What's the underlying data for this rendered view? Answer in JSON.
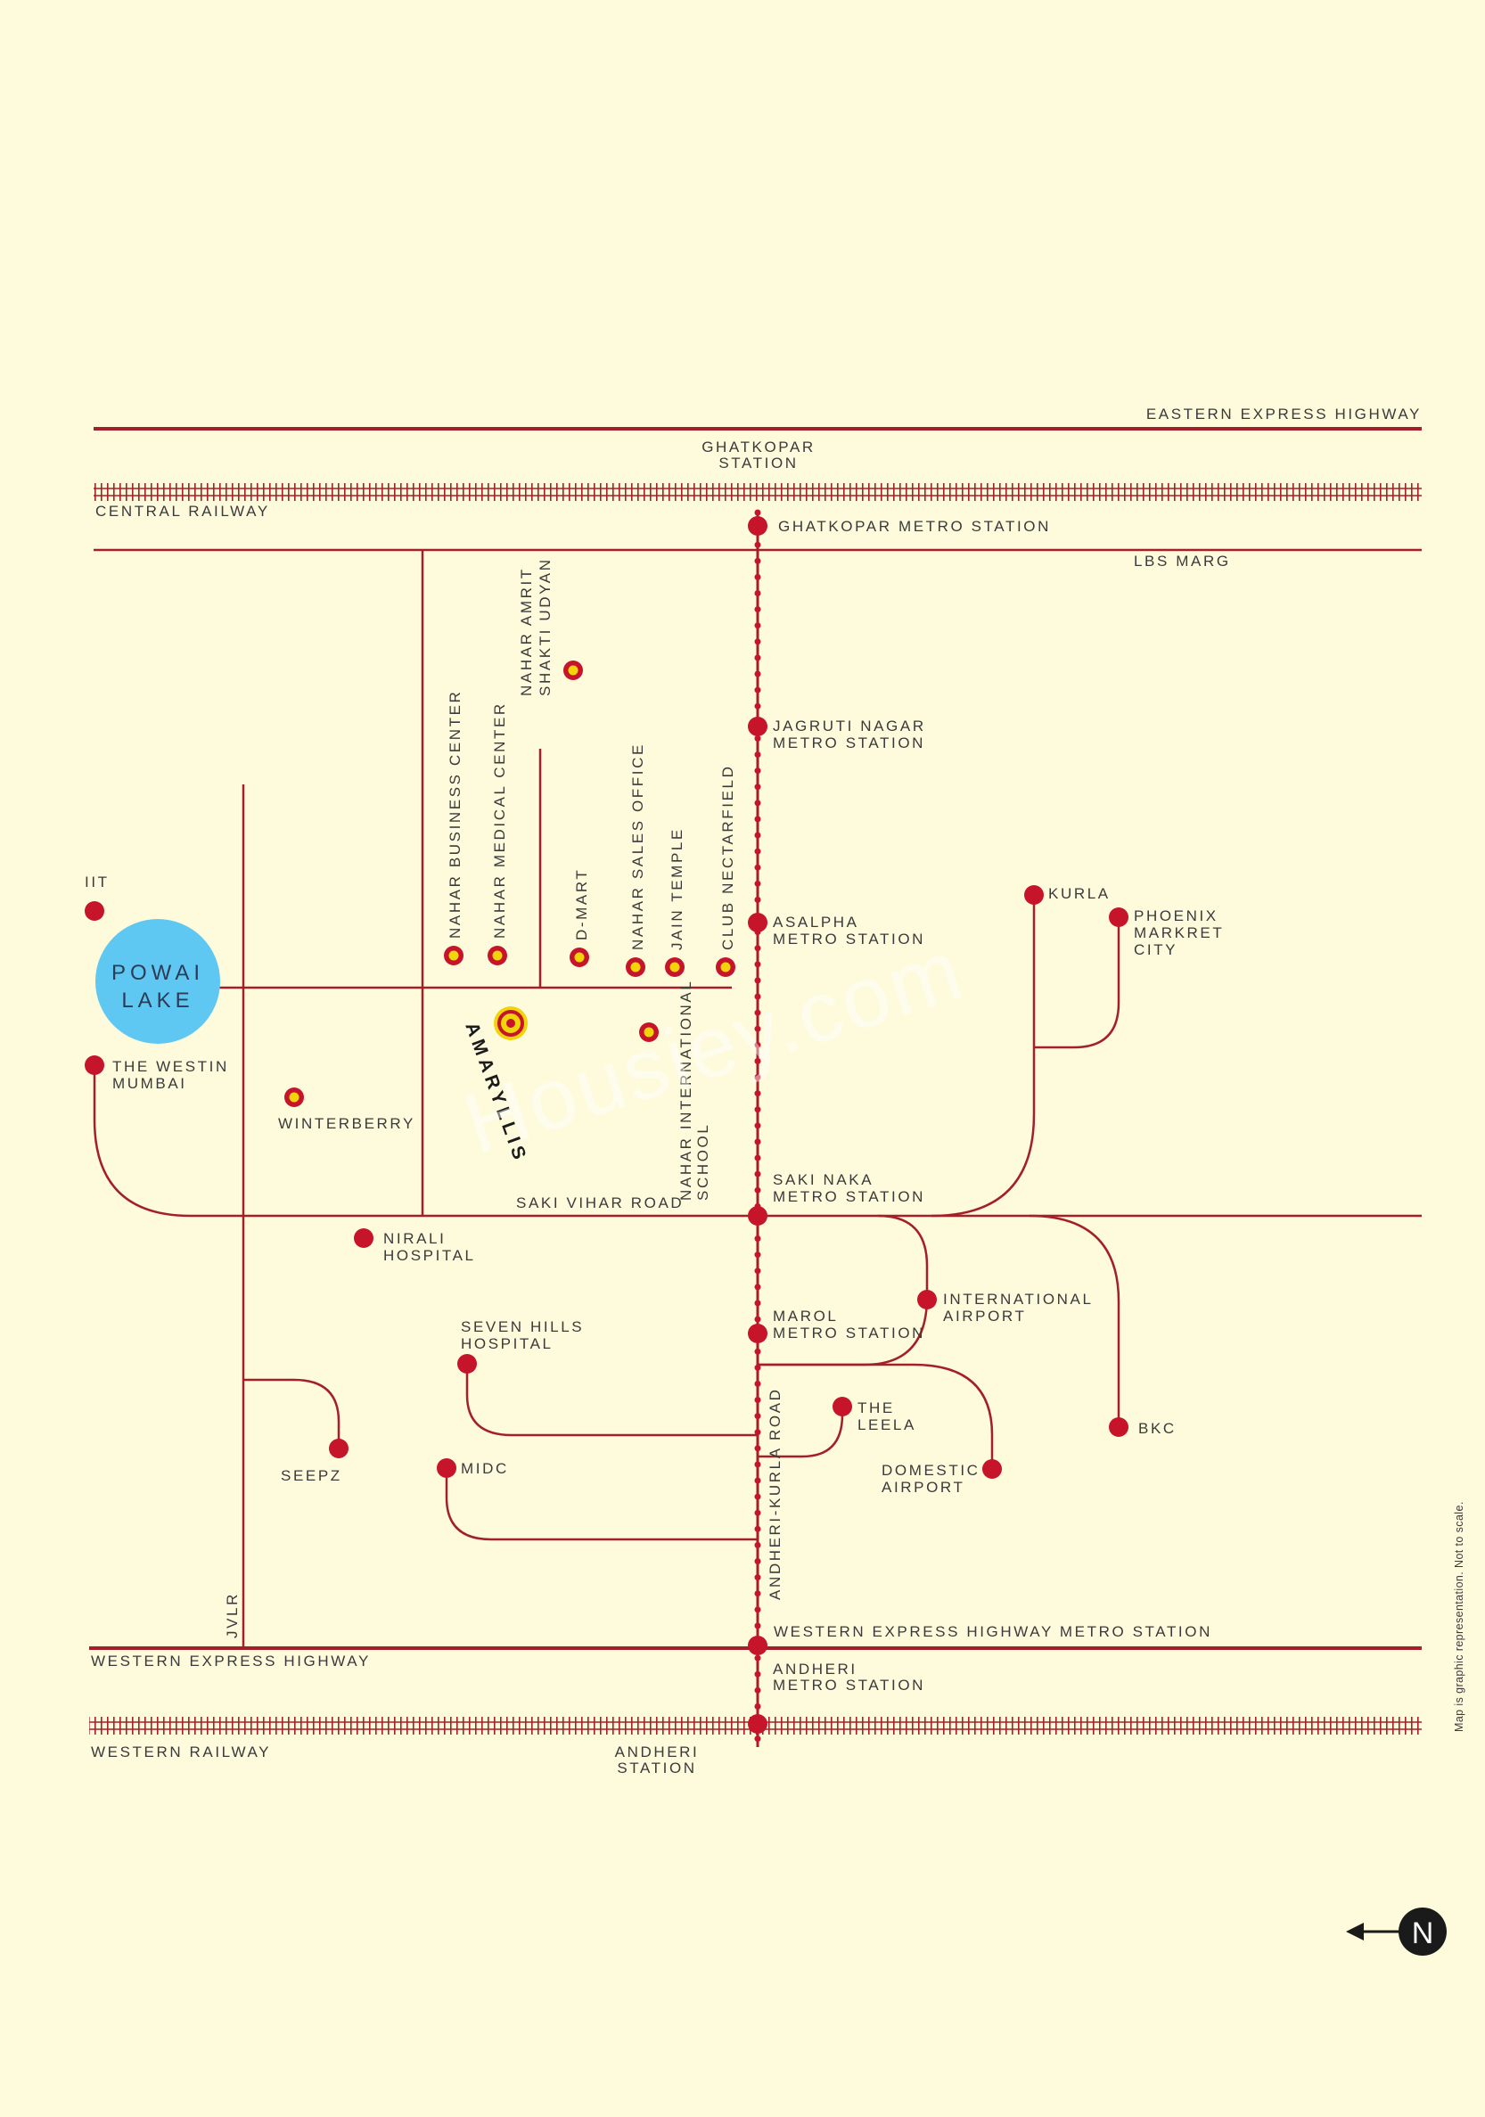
{
  "colors": {
    "background": "#fefbdd",
    "road": "#a3202a",
    "station_dot": "#c6152a",
    "landmark_ring": "#c6152a",
    "landmark_center": "#f1d40a",
    "lake": "#5ec8f2",
    "north_badge": "#1a1a1a"
  },
  "roads": {
    "eastern_express_highway": "EASTERN EXPRESS HIGHWAY",
    "central_railway": "CENTRAL RAILWAY",
    "lbs_marg": "LBS MARG",
    "saki_vihar_road": "SAKI VIHAR ROAD",
    "andheri_kurla_road": "ANDHERI-KURLA ROAD",
    "jvlr": "JVLR",
    "western_express_highway": "WESTERN EXPRESS HIGHWAY",
    "western_railway": "WESTERN RAILWAY"
  },
  "stations": {
    "ghatkopar_station": [
      "GHATKOPAR",
      "STATION"
    ],
    "ghatkopar_metro": "GHATKOPAR METRO STATION",
    "jagruti_nagar_metro": [
      "JAGRUTI NAGAR",
      "METRO STATION"
    ],
    "asalpha_metro": [
      "ASALPHA",
      "METRO STATION"
    ],
    "saki_naka_metro": [
      "SAKI NAKA",
      "METRO STATION"
    ],
    "marol_metro": [
      "MAROL",
      "METRO STATION"
    ],
    "weh_metro": "WESTERN EXPRESS HIGHWAY METRO STATION",
    "andheri_metro": [
      "ANDHERI",
      "METRO STATION"
    ],
    "andheri_station": [
      "ANDHERI",
      "STATION"
    ]
  },
  "places": {
    "iit": "IIT",
    "powai_lake": [
      "POWAI",
      "LAKE"
    ],
    "the_westin": [
      "THE WESTIN",
      "MUMBAI"
    ],
    "winterberry": "WINTERBERRY",
    "nirali_hospital": [
      "NIRALI",
      "HOSPITAL"
    ],
    "seven_hills_hospital": [
      "SEVEN HILLS",
      "HOSPITAL"
    ],
    "seepz": "SEEPZ",
    "midc": "MIDC",
    "kurla": "KURLA",
    "phoenix": [
      "PHOENIX",
      "MARKRET",
      "CITY"
    ],
    "international_airport": [
      "INTERNATIONAL",
      "AIRPORT"
    ],
    "the_leela": [
      "THE",
      "LEELA"
    ],
    "domestic_airport": [
      "DOMESTIC",
      "AIRPORT"
    ],
    "bkc": "BKC"
  },
  "nahar": {
    "amrit_shakti_udyan": [
      "NAHAR AMRIT",
      "SHAKTI UDYAN"
    ],
    "business_center": "NAHAR BUSINESS CENTER",
    "medical_center": "NAHAR MEDICAL CENTER",
    "d_mart": "D-MART",
    "sales_office": "NAHAR SALES OFFICE",
    "jain_temple": "JAIN TEMPLE",
    "club_nectarfield": "CLUB NECTARFIELD",
    "international_school": [
      "NAHAR INTERNATIONAL",
      "SCHOOL"
    ]
  },
  "project": {
    "name": "AMARYLLIS"
  },
  "watermark": "Housiey.com",
  "disclaimer": "Map is graphic representation. Not to scale.",
  "compass": {
    "letter": "N",
    "icon": "north-arrow-icon"
  }
}
